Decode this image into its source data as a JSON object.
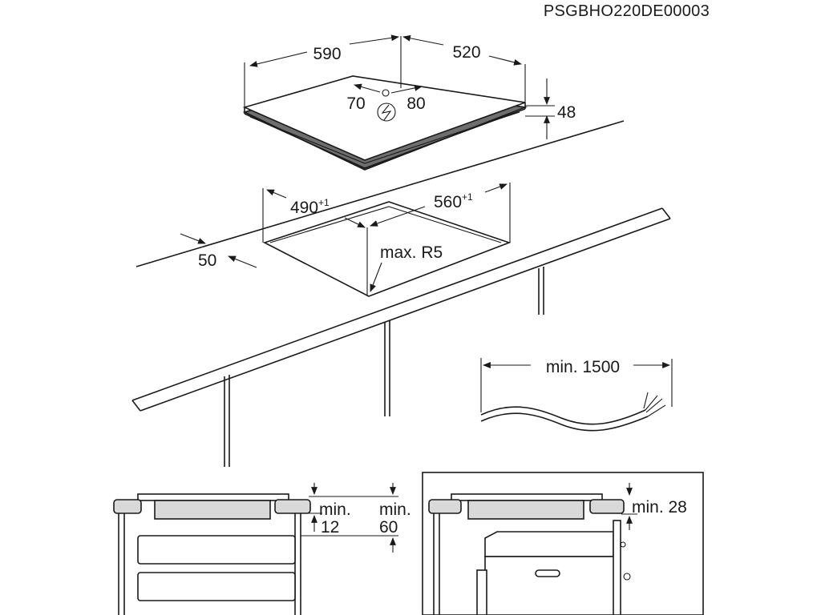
{
  "document_code": "PSGBHO220DE00003",
  "hob": {
    "width": "590",
    "depth": "520",
    "height": "48",
    "connection_left": "70",
    "connection_right": "80",
    "power_icon": "lightning-bolt-icon"
  },
  "cutout": {
    "width_value": "560",
    "width_tolerance": "+1",
    "depth_value": "490",
    "depth_tolerance": "+1",
    "front_distance": "50",
    "corner_radius": "max. R5"
  },
  "cable": {
    "length": "min. 1500"
  },
  "drawer_install": {
    "label_left_1": "min.",
    "label_left_2": "12",
    "label_right_1": "min.",
    "label_right_2": "60"
  },
  "oven_install": {
    "label": "min. 28"
  }
}
